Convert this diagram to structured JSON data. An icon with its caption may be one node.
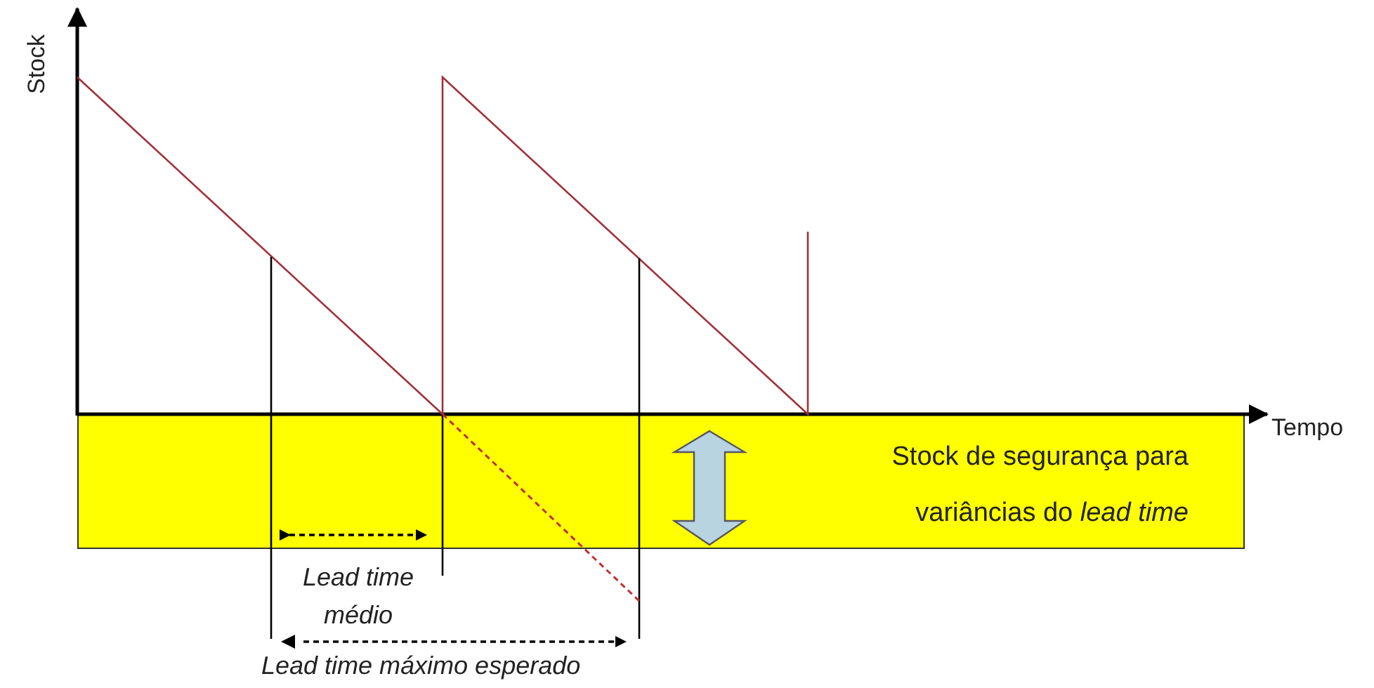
{
  "diagram": {
    "nodes": [
      {
        "text": [
          "Stock de segurança para variâncias do *lead time*"
        ]
      }
    ],
    "labels": [
      "Stock",
      "Tempo",
      "Lead time médio",
      "Lead time máximo esperado"
    ]
  }
}
